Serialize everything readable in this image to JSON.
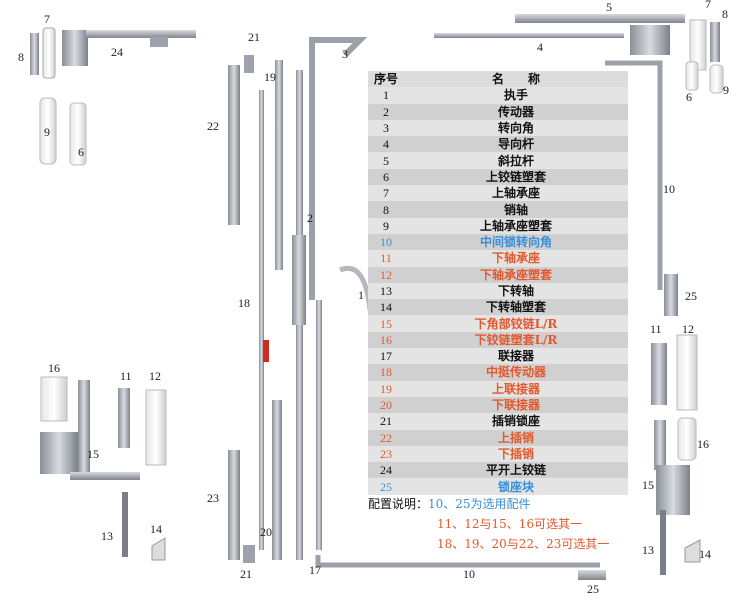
{
  "table": {
    "header": {
      "no": "序号",
      "name": "名　　称"
    },
    "rows": [
      {
        "no": "1",
        "name": "执手",
        "color": "black"
      },
      {
        "no": "2",
        "name": "传动器",
        "color": "black"
      },
      {
        "no": "3",
        "name": "转向角",
        "color": "black"
      },
      {
        "no": "4",
        "name": "导向杆",
        "color": "black"
      },
      {
        "no": "5",
        "name": "斜拉杆",
        "color": "black"
      },
      {
        "no": "6",
        "name": "上铰链塑套",
        "color": "black"
      },
      {
        "no": "7",
        "name": "上轴承座",
        "color": "black"
      },
      {
        "no": "8",
        "name": "销轴",
        "color": "black"
      },
      {
        "no": "9",
        "name": "上轴承座塑套",
        "color": "black"
      },
      {
        "no": "10",
        "name": "中间锁转向角",
        "color": "blue"
      },
      {
        "no": "11",
        "name": "下轴承座",
        "color": "red"
      },
      {
        "no": "12",
        "name": "下轴承座塑套",
        "color": "red"
      },
      {
        "no": "13",
        "name": "下转轴",
        "color": "black"
      },
      {
        "no": "14",
        "name": "下转轴塑套",
        "color": "black"
      },
      {
        "no": "15",
        "name": "下角部铰链L/R",
        "color": "red"
      },
      {
        "no": "16",
        "name": "下铰链塑套L/R",
        "color": "red"
      },
      {
        "no": "17",
        "name": "联接器",
        "color": "black"
      },
      {
        "no": "18",
        "name": "中挺传动器",
        "color": "red"
      },
      {
        "no": "19",
        "name": "上联接器",
        "color": "red"
      },
      {
        "no": "20",
        "name": "下联接器",
        "color": "red"
      },
      {
        "no": "21",
        "name": "插销锁座",
        "color": "black"
      },
      {
        "no": "22",
        "name": "上插销",
        "color": "red"
      },
      {
        "no": "23",
        "name": "下插销",
        "color": "red"
      },
      {
        "no": "24",
        "name": "平开上铰链",
        "color": "black"
      },
      {
        "no": "25",
        "name": "锁座块",
        "color": "blue"
      }
    ]
  },
  "notes": {
    "label": "配置说明：",
    "line1": "10、25为选用配件",
    "line2": "11、12与15、16可选其一",
    "line3": "18、19、20与22、23可选其一"
  },
  "part_labels": [
    "1",
    "2",
    "3",
    "4",
    "5",
    "6",
    "6",
    "7",
    "7",
    "8",
    "8",
    "9",
    "9",
    "10",
    "10",
    "11",
    "11",
    "12",
    "12",
    "13",
    "13",
    "14",
    "14",
    "15",
    "15",
    "16",
    "16",
    "17",
    "18",
    "19",
    "20",
    "21",
    "21",
    "22",
    "23",
    "24",
    "25",
    "25"
  ],
  "colors": {
    "black": "#111111",
    "blue": "#3a8ed8",
    "red": "#e2592e",
    "metal": "#b9bcc4",
    "metal_dark": "#6e727c"
  }
}
